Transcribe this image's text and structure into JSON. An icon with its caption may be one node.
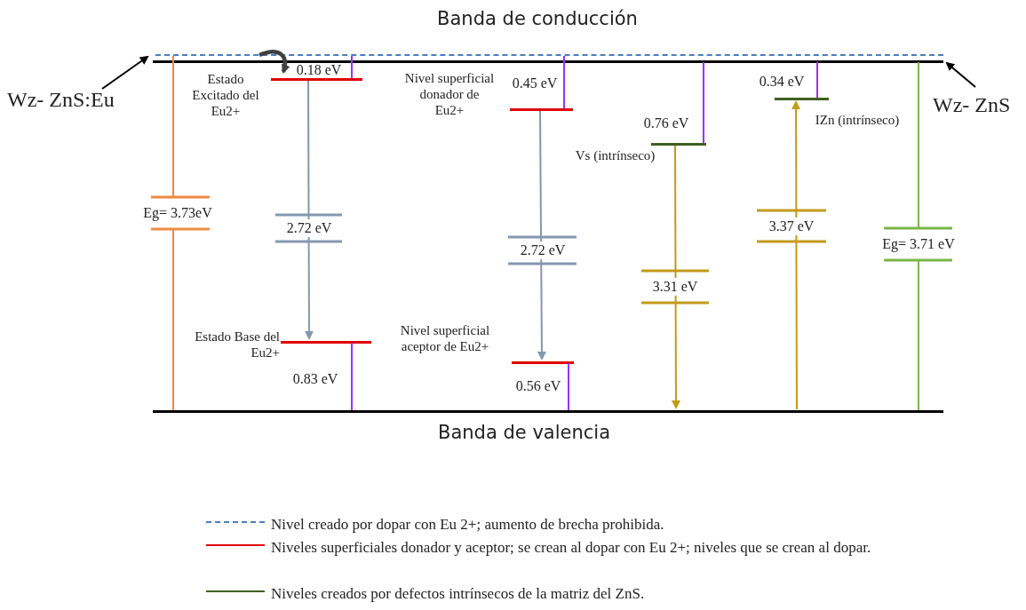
{
  "diagram": {
    "nodes": [
      {
        "text": [
          "Banda de conducción"
        ]
      },
      {
        "text": [],
        "shape": "bar"
      },
      {
        "text": [
          "Wz- ZnS:Eu"
        ]
      },
      {
        "text": [
          "Wz- ZnS"
        ]
      },
      {
        "text": [],
        "shape": "bar",
        "beside": [
          "Estado Excitado del Eu2+"
        ]
      },
      {
        "text": [],
        "shape": "bar",
        "beside": [
          "Estado Base del Eu2+"
        ]
      },
      {
        "text": [],
        "shape": "bar",
        "beside": [
          "Nivel superficial donador de Eu2+"
        ]
      },
      {
        "text": [],
        "shape": "bar",
        "beside": [
          "Nivel superficial aceptor de Eu2+"
        ]
      },
      {
        "text": [],
        "shape": "bar",
        "beside": [
          "Vs (intrínseco)"
        ]
      },
      {
        "text": [],
        "shape": "bar",
        "beside": [
          "IZn (intrínseco)"
        ]
      },
      {
        "text": [
          "Banda de valencia"
        ]
      }
    ],
    "edges": [
      {
        "from": 2,
        "to": 1,
        "arrow": "to"
      },
      {
        "from": 3,
        "to": 0,
        "arrow": "to"
      },
      {
        "from": 1,
        "to": 4,
        "arrow": "to",
        "color": "#404040",
        "style": "thick"
      },
      {
        "from": 4,
        "to": 5,
        "arrow": "to",
        "label": "2.72 eV",
        "color": "#8497b0"
      },
      {
        "from": 6,
        "to": 7,
        "arrow": "to",
        "label": "2.72 eV",
        "color": "#8497b0"
      },
      {
        "from": 8,
        "to": 10,
        "arrow": "to",
        "label": "3.31 eV",
        "color": "#c49a1a"
      },
      {
        "from": 10,
        "to": 9,
        "arrow": "to",
        "label": "3.37 eV",
        "color": "#c49a1a"
      }
    ],
    "labels": [
      "0.18 eV",
      "0.45 eV",
      "0.34 eV",
      "0.76 eV",
      "Eg= 3.73eV",
      "Eg= 3.71 eV",
      "0.83 eV",
      "0.56 eV"
    ],
    "legend": [
      {
        "text": "Nivel creado por dopar con Eu 2+; aumento de brecha prohibida.",
        "color": "#4a7ebb"
      },
      {
        "text": "Niveles superficiales donador y aceptor; se crean al dopar con Eu 2+; niveles que se crean al dopar.",
        "color": "#e00000"
      },
      {
        "text": "Niveles creados por defectos intrínsecos de la matriz del ZnS.",
        "color": "#3f6020"
      }
    ]
  }
}
